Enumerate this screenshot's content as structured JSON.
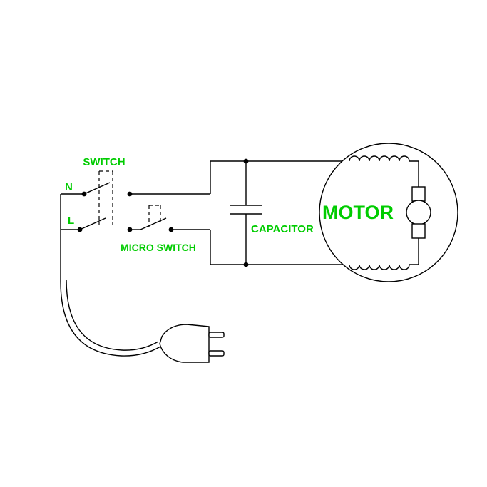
{
  "diagram": {
    "type": "electrical-wiring-schematic",
    "labels": {
      "switch": "SWITCH",
      "neutral": "N",
      "live": "L",
      "micro_switch": "MICRO SWITCH",
      "capacitor": "CAPACITOR",
      "motor": "MOTOR"
    },
    "colors": {
      "label": "#00cc00",
      "wire": "#000000",
      "background": "#ffffff"
    }
  }
}
